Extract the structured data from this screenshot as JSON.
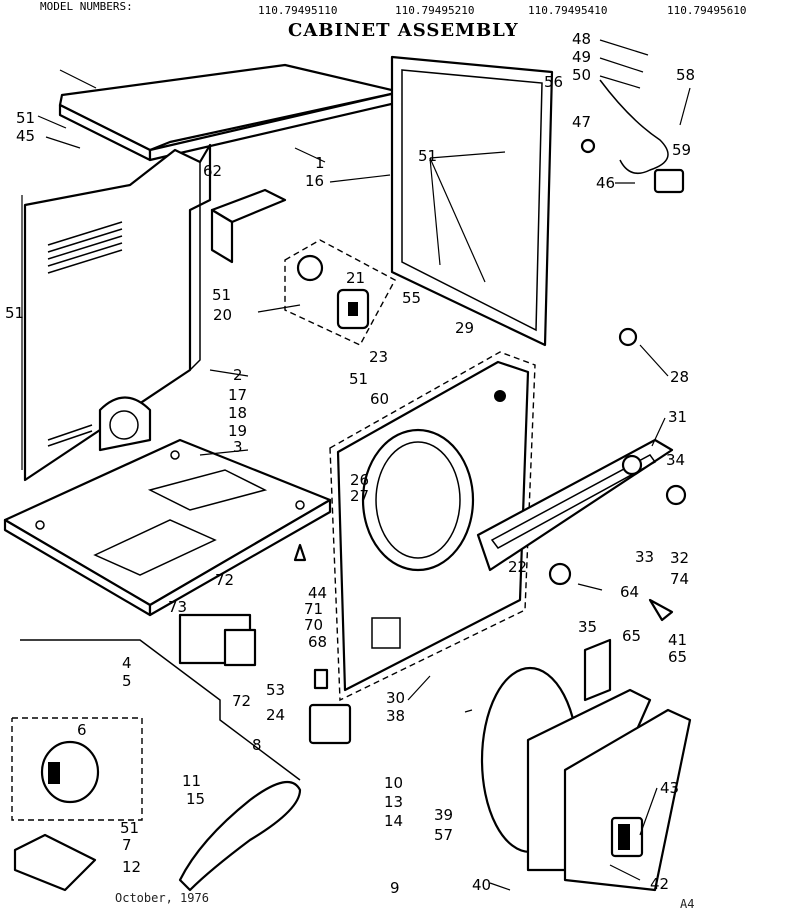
{
  "header": {
    "model_label": "MODEL NUMBERS:",
    "model_numbers": [
      "110.79495110",
      "110.79495210",
      "110.79495410",
      "110.79495610"
    ],
    "title": "CABINET ASSEMBLY"
  },
  "footer": {
    "date": "October, 1976",
    "page_code": "A4"
  },
  "part_labels": [
    "1",
    "2",
    "3",
    "4",
    "5",
    "6",
    "7",
    "8",
    "9",
    "10",
    "11",
    "12",
    "13",
    "14",
    "15",
    "16",
    "17",
    "18",
    "19",
    "20",
    "21",
    "22",
    "23",
    "24",
    "26",
    "27",
    "28",
    "29",
    "30",
    "31",
    "32",
    "33",
    "34",
    "35",
    "38",
    "39",
    "40",
    "41",
    "42",
    "43",
    "44",
    "45",
    "46",
    "47",
    "48",
    "49",
    "50",
    "51",
    "53",
    "55",
    "56",
    "57",
    "58",
    "59",
    "60",
    "62",
    "64",
    "65",
    "68",
    "70",
    "71",
    "72",
    "73",
    "74"
  ]
}
